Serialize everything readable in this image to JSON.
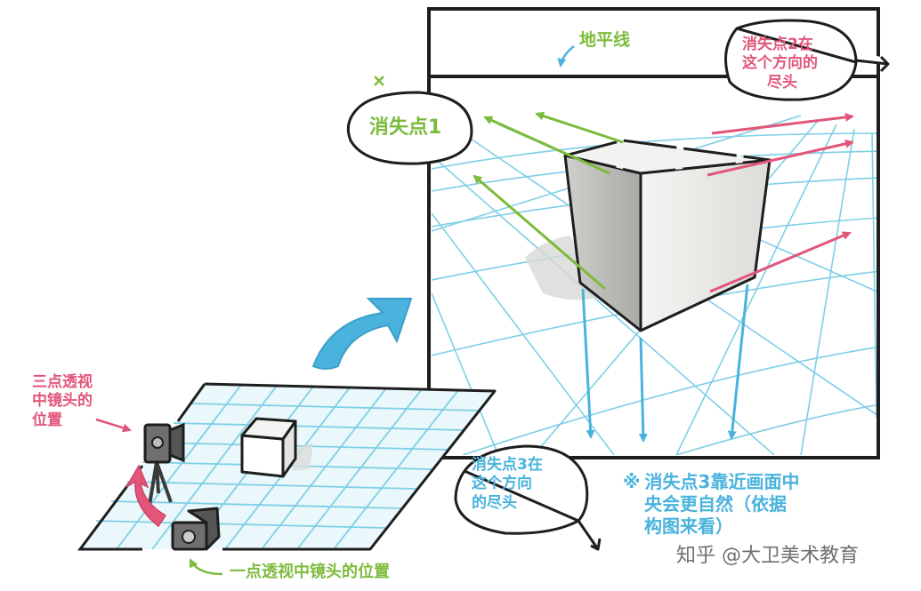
{
  "labels": {
    "horizon": "地平线",
    "vp1": "消失点1",
    "vp2_line1": "消失点2在",
    "vp2_line2": "这个方向的",
    "vp2_line3": "尽头",
    "vp3_line1": "消失点3在",
    "vp3_line2": "这个方向",
    "vp3_line3": "的尽头",
    "three_point_line1": "三点透视",
    "three_point_line2": "中镜头的",
    "three_point_line3": "位置",
    "one_point": "一点透视中镜头的位置",
    "note_mark": "※",
    "note_line1": "消失点3靠近画面中",
    "note_line2": "央会更自然（依据",
    "note_line3": "构图来看）",
    "watermark": "知乎 @大卫美术教育"
  },
  "colors": {
    "green": "#7dbb3c",
    "pink": "#e2567a",
    "blue": "#4ab3dd",
    "grid": "#7fcfe6",
    "ink": "#1e1e1e"
  }
}
